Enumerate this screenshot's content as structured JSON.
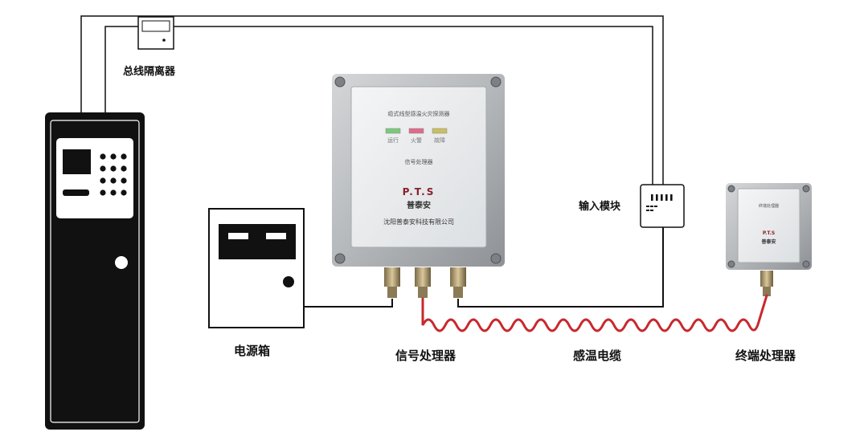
{
  "labels": {
    "bus_isolator": "总线隔离器",
    "input_module": "输入模块",
    "power_box": "电源箱",
    "signal_processor": "信号处理器",
    "sensing_cable": "感温电缆",
    "terminal_processor": "终端处理器"
  },
  "main_unit": {
    "title": "缆式线型感温火灾探测器",
    "leds": [
      {
        "label": "运行",
        "color": "#7bc97b"
      },
      {
        "label": "火警",
        "color": "#e06a8a"
      },
      {
        "label": "故障",
        "color": "#c8c060"
      }
    ],
    "subtitle": "信号处理器",
    "brand_logo": "P.T.S",
    "brand_name": "普泰安",
    "company": "沈阳普泰安科技有限公司"
  },
  "terminal_unit": {
    "title": "终端处理器",
    "brand_logo": "P.T.S",
    "brand_name": "普泰安"
  },
  "colors": {
    "cable": "#c8282e",
    "wire": "#111111",
    "cabinet": "#111111",
    "enclosure": "#b9bcbf"
  }
}
